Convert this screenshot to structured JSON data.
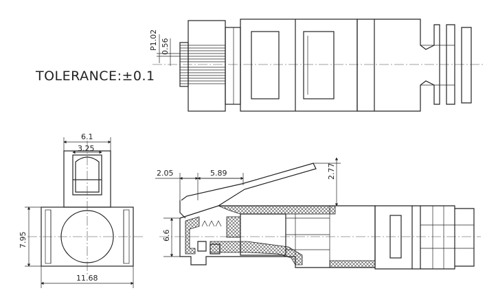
{
  "tolerance": {
    "label": "TOLERANCE:±0.1"
  },
  "dimensions": {
    "pitch": "P1.02",
    "pin_width": "0.56",
    "top_width": "6.1",
    "latch_width": "3.25",
    "height": "7.95",
    "overall_width": "11.68",
    "offset_a": "2.05",
    "offset_b": "5.89",
    "latch_height": "2.77",
    "body_height": "6.6"
  },
  "colors": {
    "line": "#222222",
    "background": "#ffffff"
  }
}
